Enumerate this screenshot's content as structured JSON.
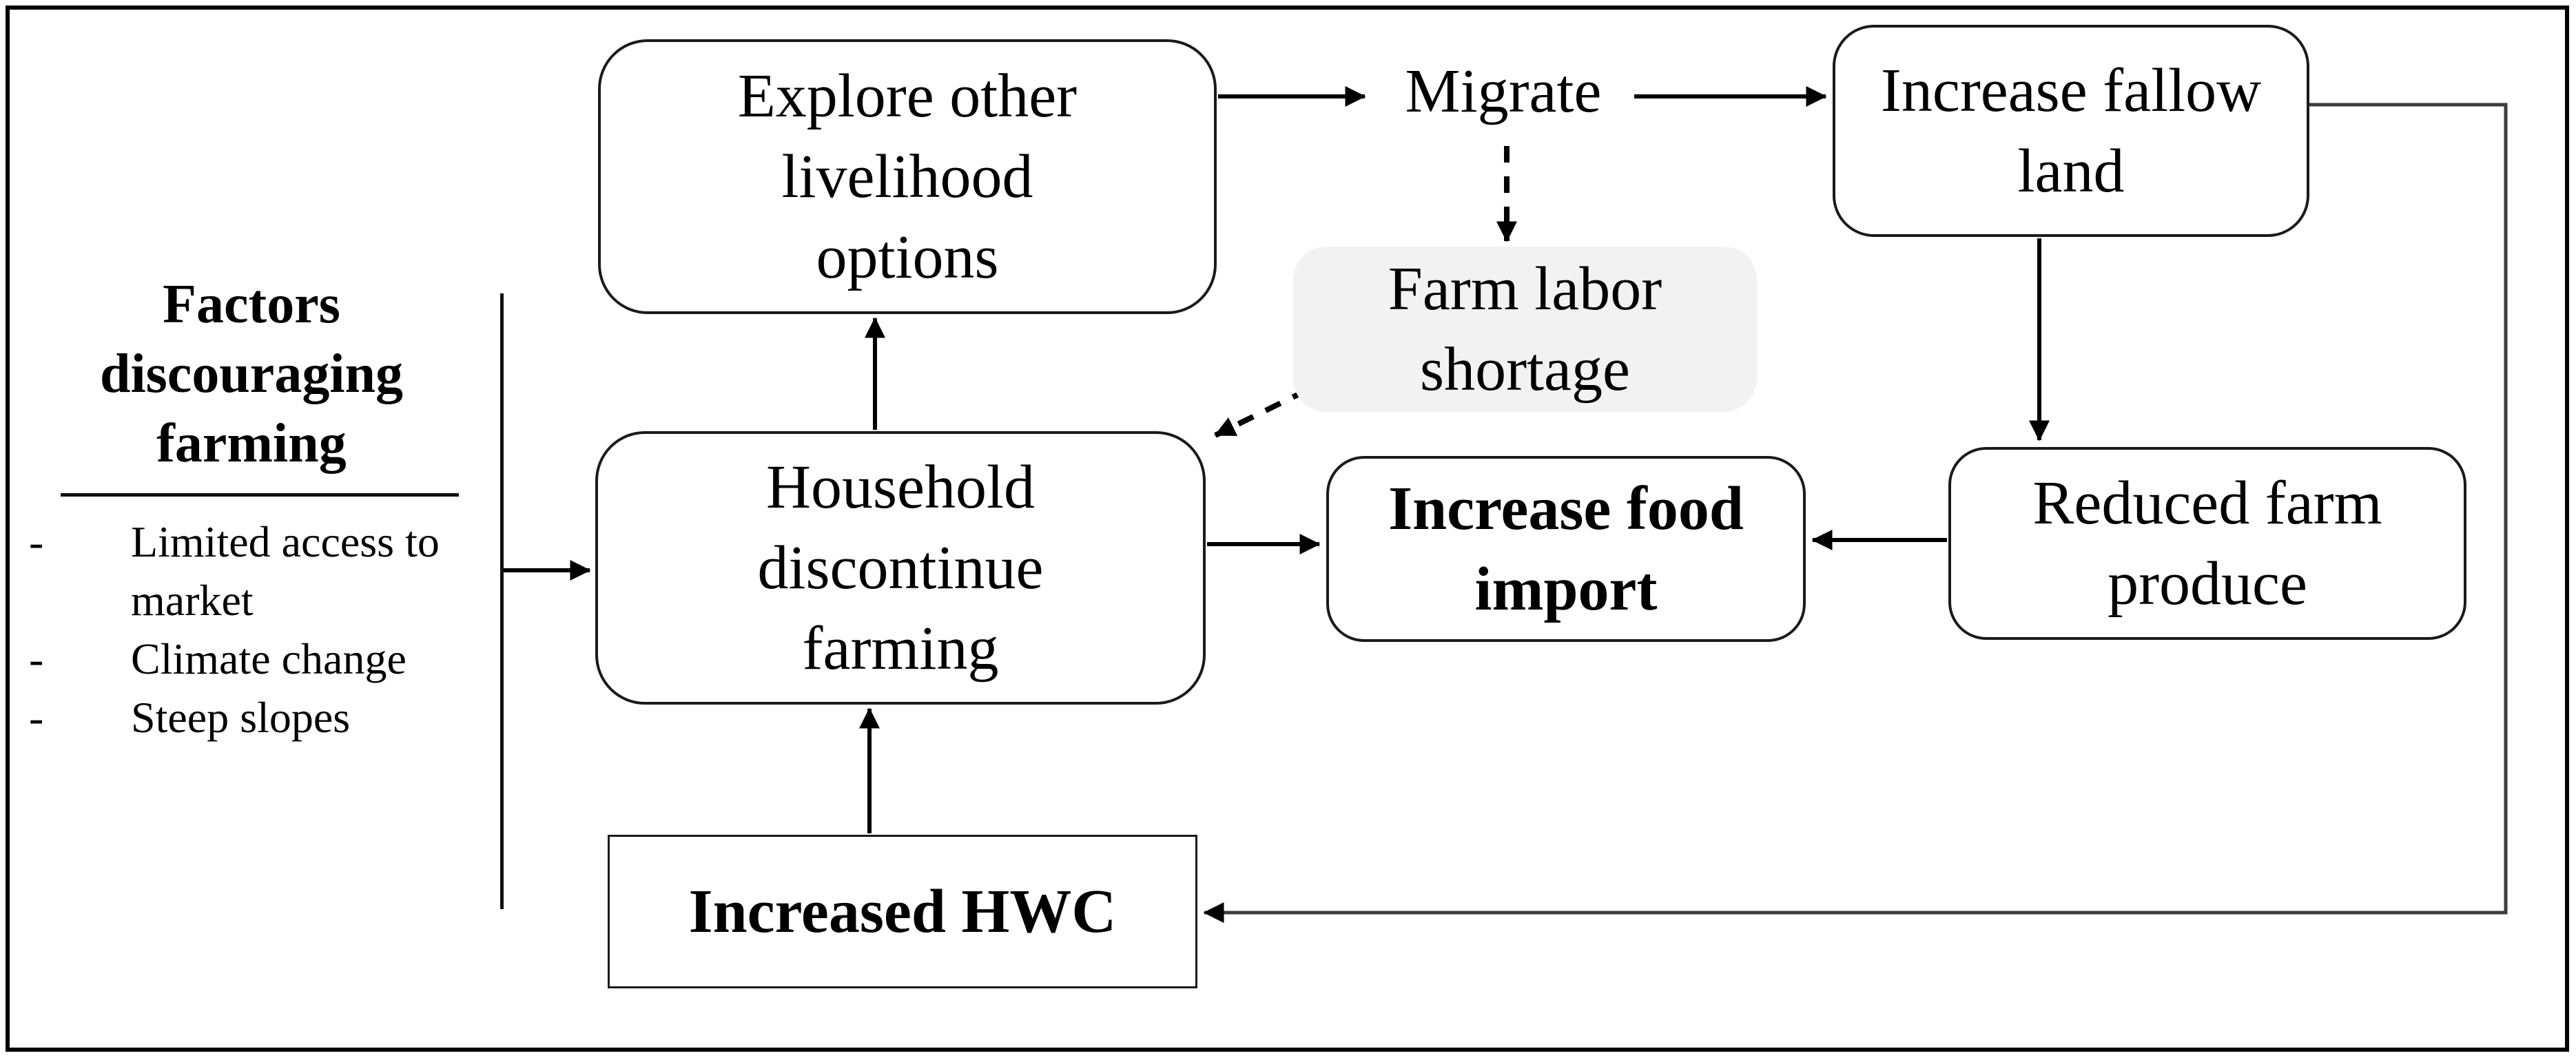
{
  "factors_panel": {
    "heading": "Factors discouraging farming",
    "bullet": "-",
    "items": [
      "Limited access to market",
      "Climate change",
      "Steep slopes"
    ]
  },
  "nodes": {
    "explore": "Explore other livelihood options",
    "migrate": "Migrate",
    "fallow": "Increase fallow land",
    "farm_labor": "Farm labor shortage",
    "household": "Household discontinue farming",
    "food_import": "Increase food import",
    "reduced_produce": "Reduced farm produce",
    "hwc": "Increased HWC"
  },
  "edges": [
    {
      "from": "factors_panel",
      "to": "household",
      "style": "solid"
    },
    {
      "from": "explore",
      "to": "migrate",
      "style": "solid"
    },
    {
      "from": "migrate",
      "to": "fallow",
      "style": "solid"
    },
    {
      "from": "migrate",
      "to": "farm_labor",
      "style": "dashed"
    },
    {
      "from": "farm_labor",
      "to": "household",
      "style": "dashed"
    },
    {
      "from": "household",
      "to": "explore",
      "style": "solid"
    },
    {
      "from": "hwc",
      "to": "household",
      "style": "solid"
    },
    {
      "from": "household",
      "to": "food_import",
      "style": "solid"
    },
    {
      "from": "reduced_produce",
      "to": "food_import",
      "style": "solid"
    },
    {
      "from": "fallow",
      "to": "reduced_produce",
      "style": "solid"
    },
    {
      "from": "fallow",
      "to": "hwc",
      "style": "solid"
    }
  ],
  "colors": {
    "line": "#000000",
    "feedback_line": "#3d3d3d",
    "node_border": "#1a1a1a",
    "farm_labor_fill": "#f2f2f2",
    "background": "#ffffff"
  }
}
